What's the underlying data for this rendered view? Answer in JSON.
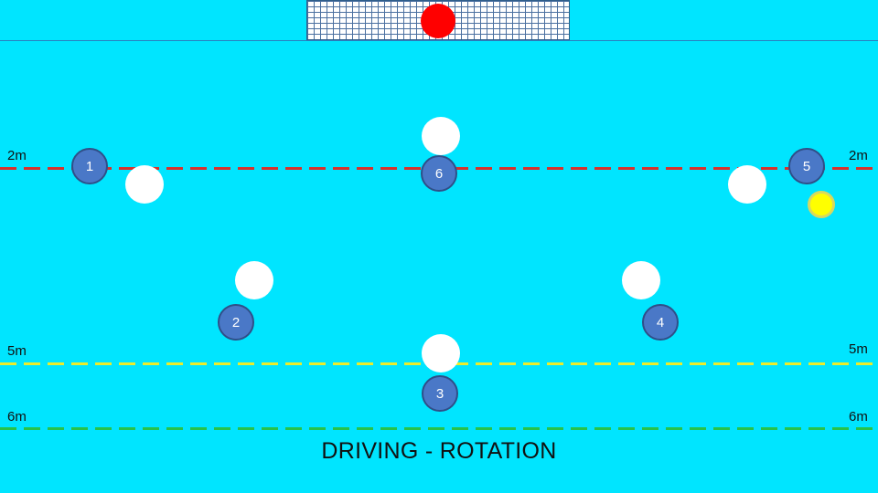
{
  "title": "DRIVING - ROTATION",
  "field_marks": {
    "two_m": "2m",
    "five_m": "5m",
    "six_m": "6m"
  },
  "attackers": [
    "1",
    "2",
    "3",
    "4",
    "5",
    "6"
  ],
  "colors": {
    "water": "#00e5ff",
    "two_m_line": "#d9302b",
    "five_m_line": "#ecec2a",
    "six_m_line": "#27c24a",
    "attacker": "#4a78c7",
    "defender": "#ffffff",
    "goalkeeper": "#ff0000",
    "ball": "#ffff00"
  }
}
